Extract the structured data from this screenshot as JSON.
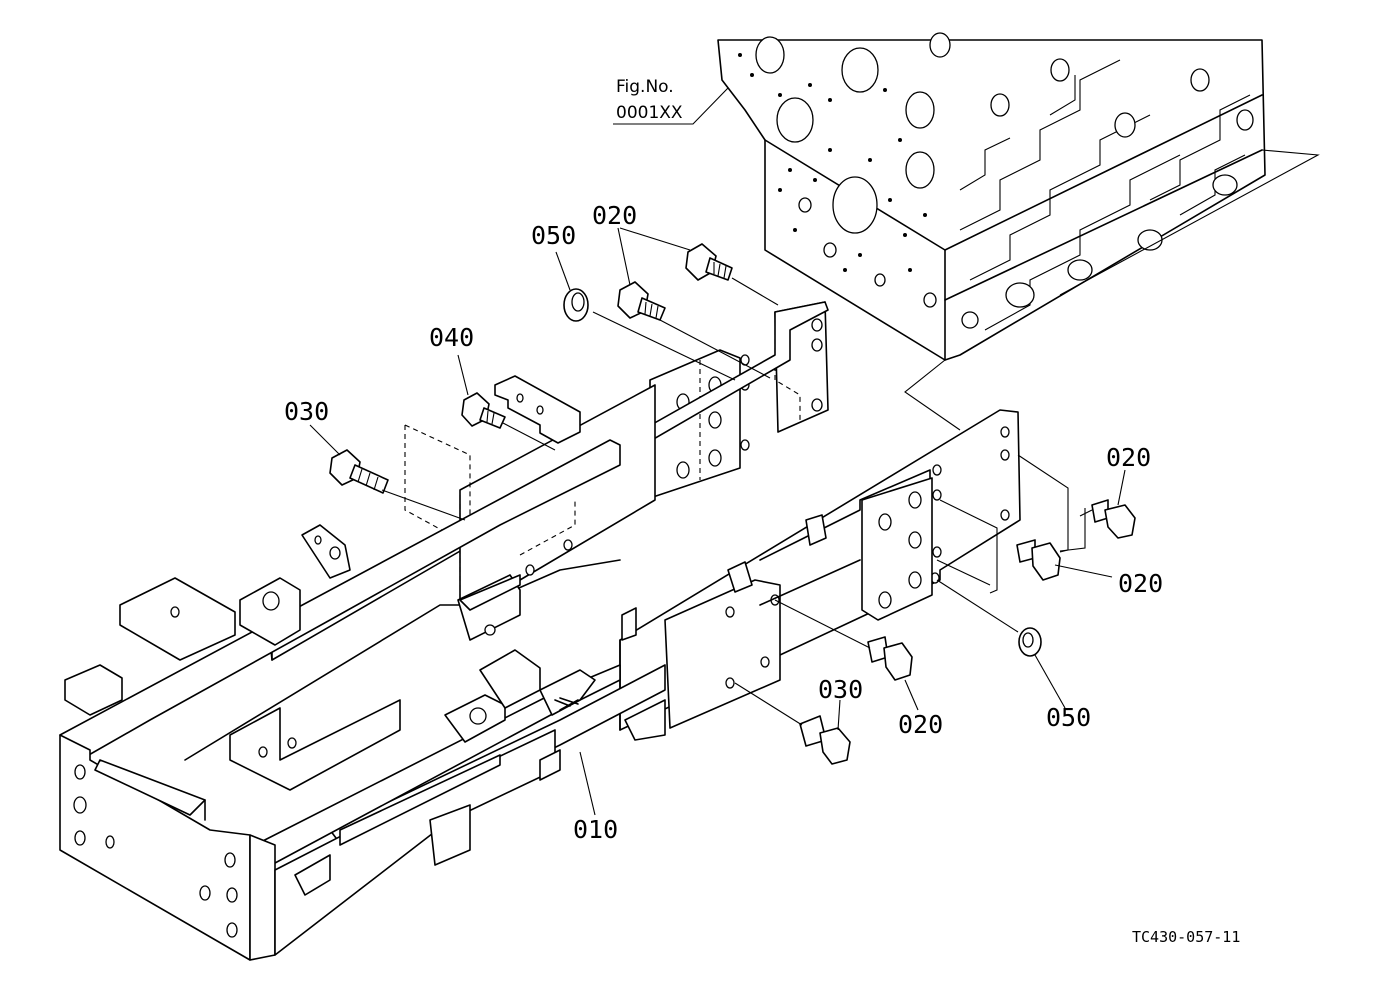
{
  "figure_ref": {
    "line1": "Fig.No.",
    "line2": "0001XX"
  },
  "callouts": {
    "c010": "010",
    "c020_top": "020",
    "c020_right1": "020",
    "c020_right2": "020",
    "c020_bottom": "020",
    "c030_left": "030",
    "c030_bottom": "030",
    "c040": "040",
    "c050_top": "050",
    "c050_right": "050"
  },
  "drawing_code": "TC430-057-11"
}
